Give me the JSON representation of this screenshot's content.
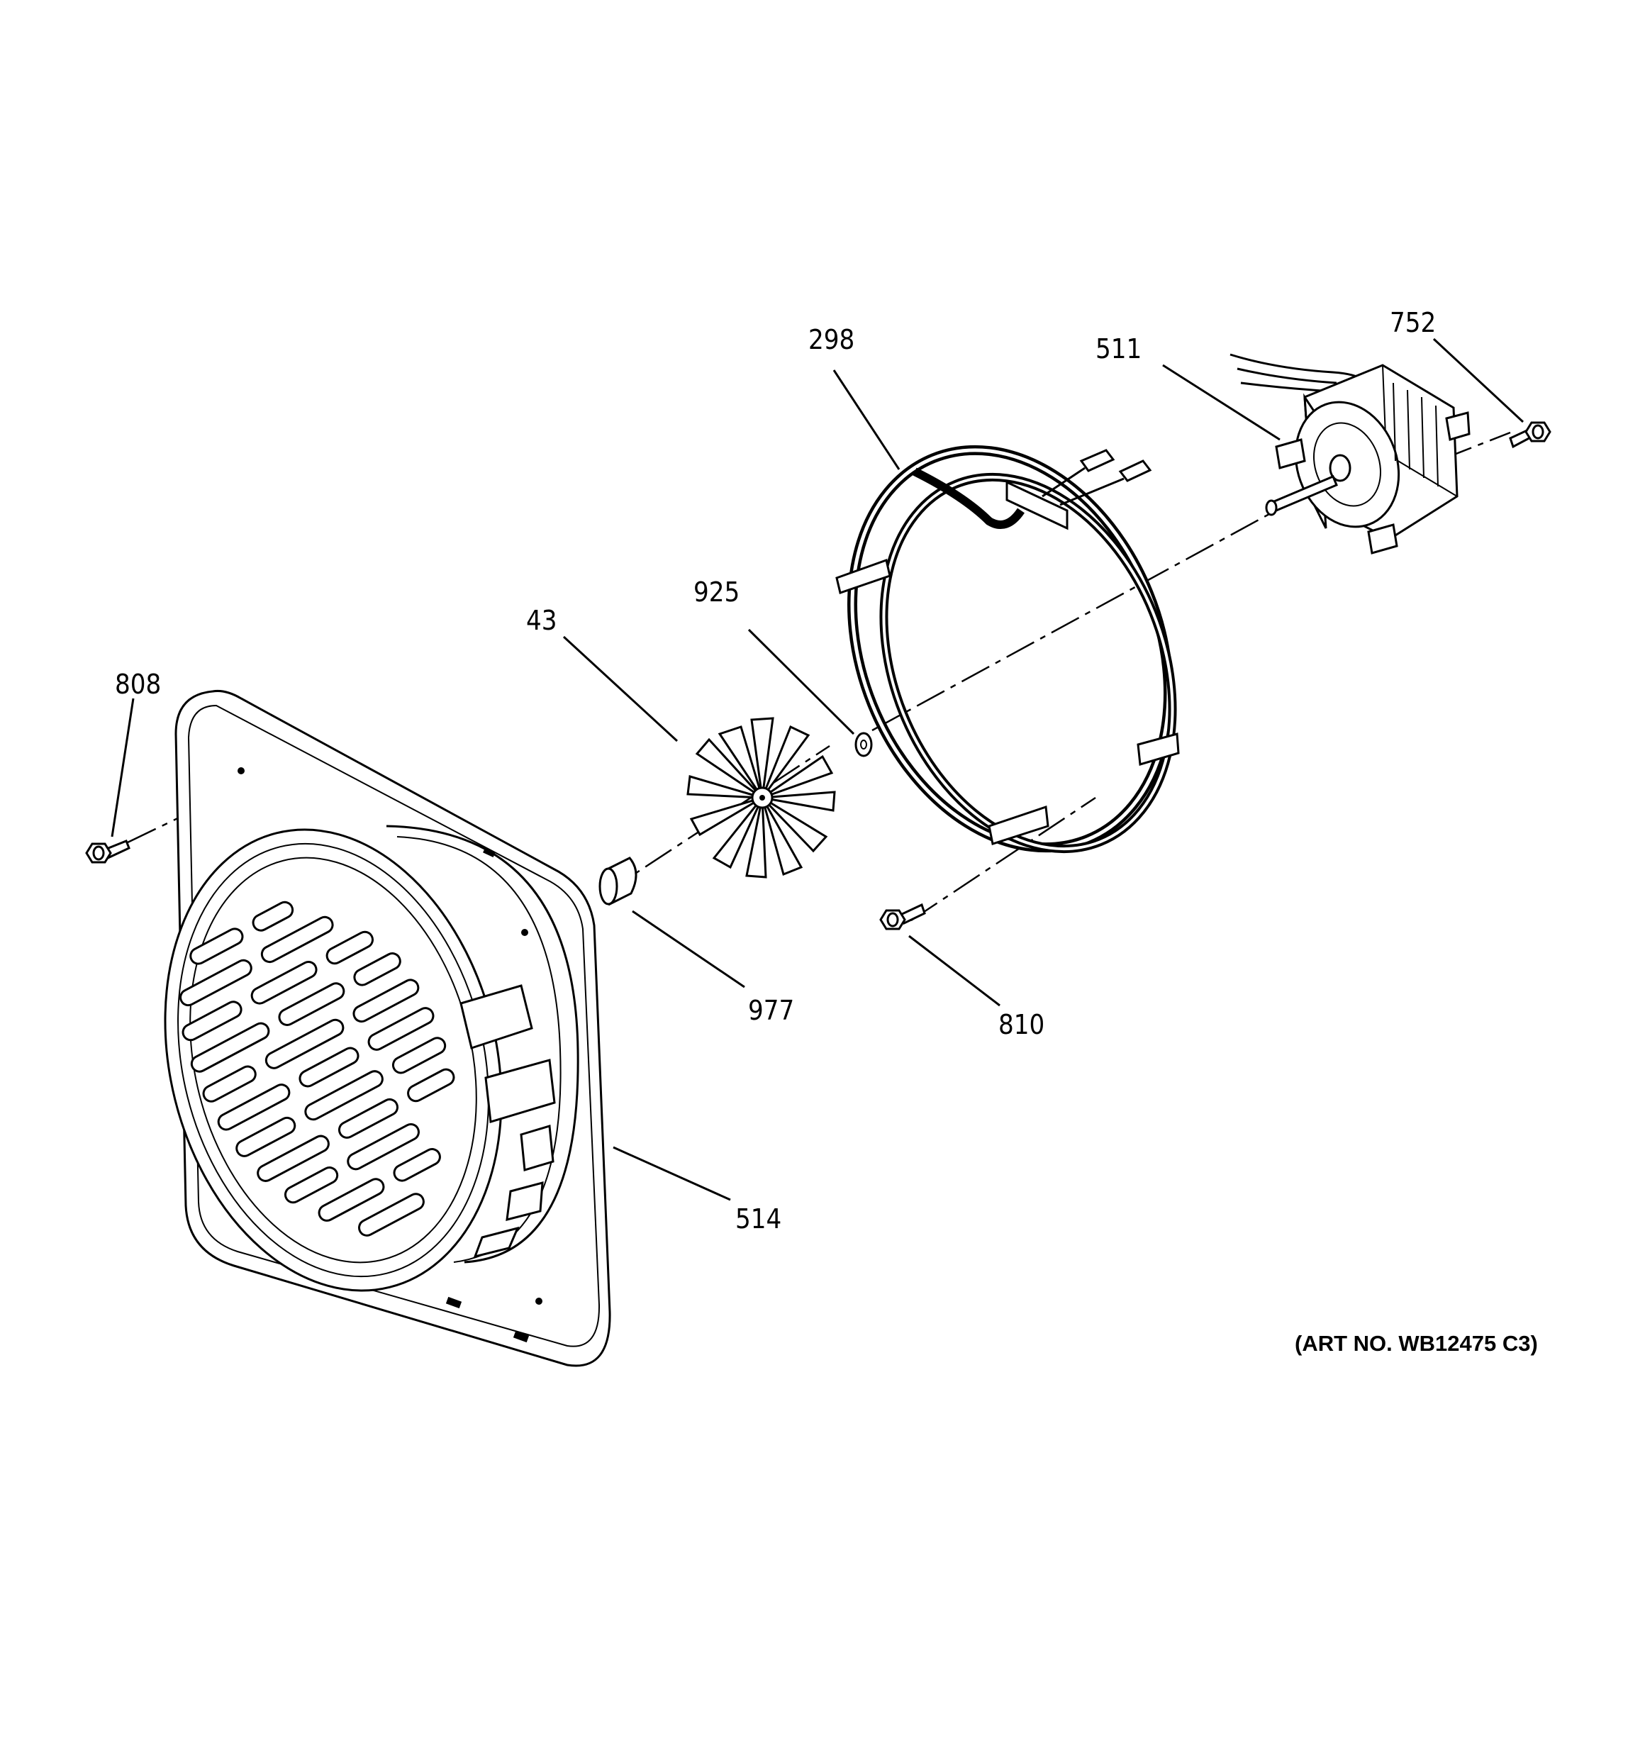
{
  "diagram": {
    "art_number": "(ART NO. WB12475 C3)",
    "callouts": [
      {
        "id": "298",
        "text": "298"
      },
      {
        "id": "511",
        "text": "511"
      },
      {
        "id": "752",
        "text": "752"
      },
      {
        "id": "925",
        "text": "925"
      },
      {
        "id": "43",
        "text": "43"
      },
      {
        "id": "808",
        "text": "808"
      },
      {
        "id": "977",
        "text": "977"
      },
      {
        "id": "810",
        "text": "810"
      },
      {
        "id": "514",
        "text": "514"
      }
    ]
  }
}
